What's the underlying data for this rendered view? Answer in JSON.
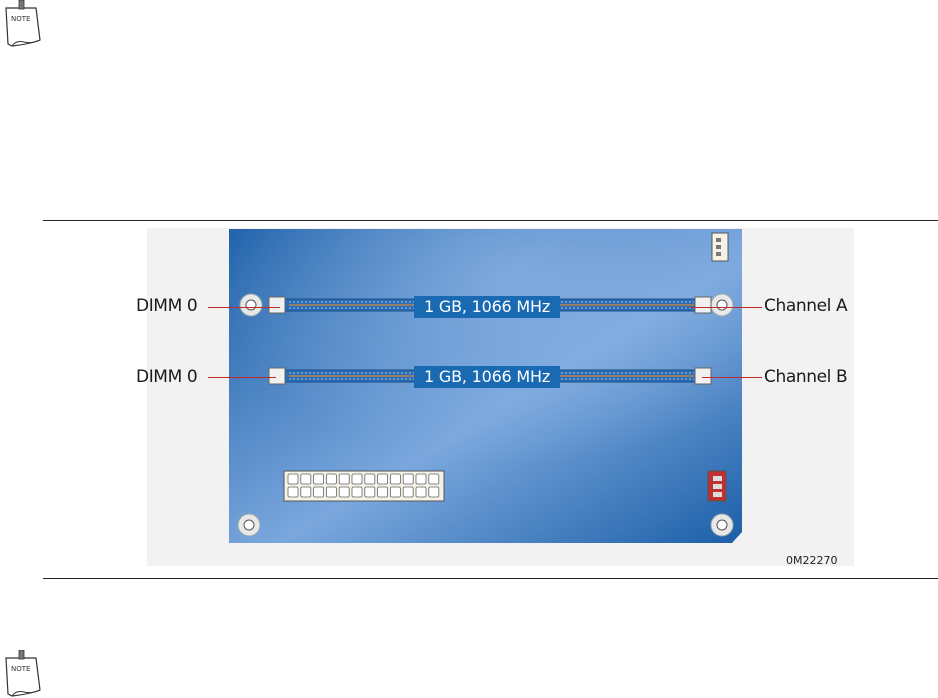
{
  "figure": {
    "figure_id": "0M22270",
    "slots": [
      {
        "dimm_label": "DIMM 0",
        "channel_label": "Channel A",
        "module_label": "1 GB, 1066 MHz"
      },
      {
        "dimm_label": "DIMM 0",
        "channel_label": "Channel B",
        "module_label": "1 GB, 1066 MHz"
      }
    ]
  },
  "notes": [
    {
      "icon_label": "NOTE"
    },
    {
      "icon_label": "NOTE"
    }
  ],
  "colors": {
    "board_blue": "#1f64ad",
    "board_highlight": "#79a6de",
    "leader_red": "#c0282c"
  }
}
